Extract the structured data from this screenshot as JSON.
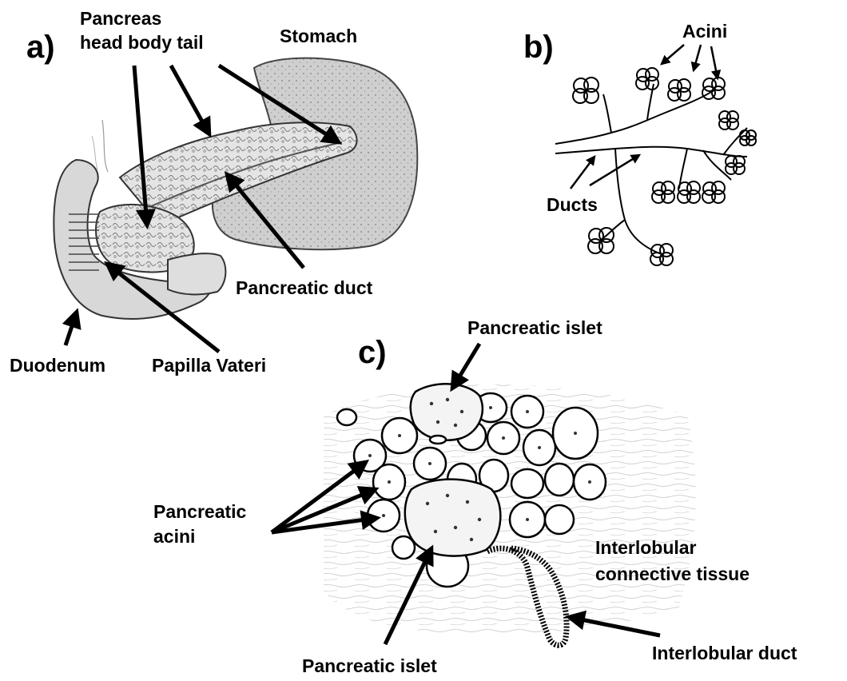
{
  "panels": {
    "a": {
      "letter": "a)",
      "labels": {
        "pancreas": "Pancreas",
        "head_body_tail": "head body tail",
        "stomach": "Stomach",
        "pancreatic_duct": "Pancreatic duct",
        "duodenum": "Duodenum",
        "papilla_vateri": "Papilla Vateri"
      }
    },
    "b": {
      "letter": "b)",
      "labels": {
        "acini": "Acini",
        "ducts": "Ducts"
      }
    },
    "c": {
      "letter": "c)",
      "labels": {
        "pancreatic_islet_top": "Pancreatic islet",
        "pancreatic_acini_line1": "Pancreatic",
        "pancreatic_acini_line2": "acini",
        "interlobular_ct_line1": "Interlobular",
        "interlobular_ct_line2": "connective tissue",
        "interlobular_duct": "Interlobular duct",
        "pancreatic_islet_bottom": "Pancreatic islet"
      }
    }
  }
}
